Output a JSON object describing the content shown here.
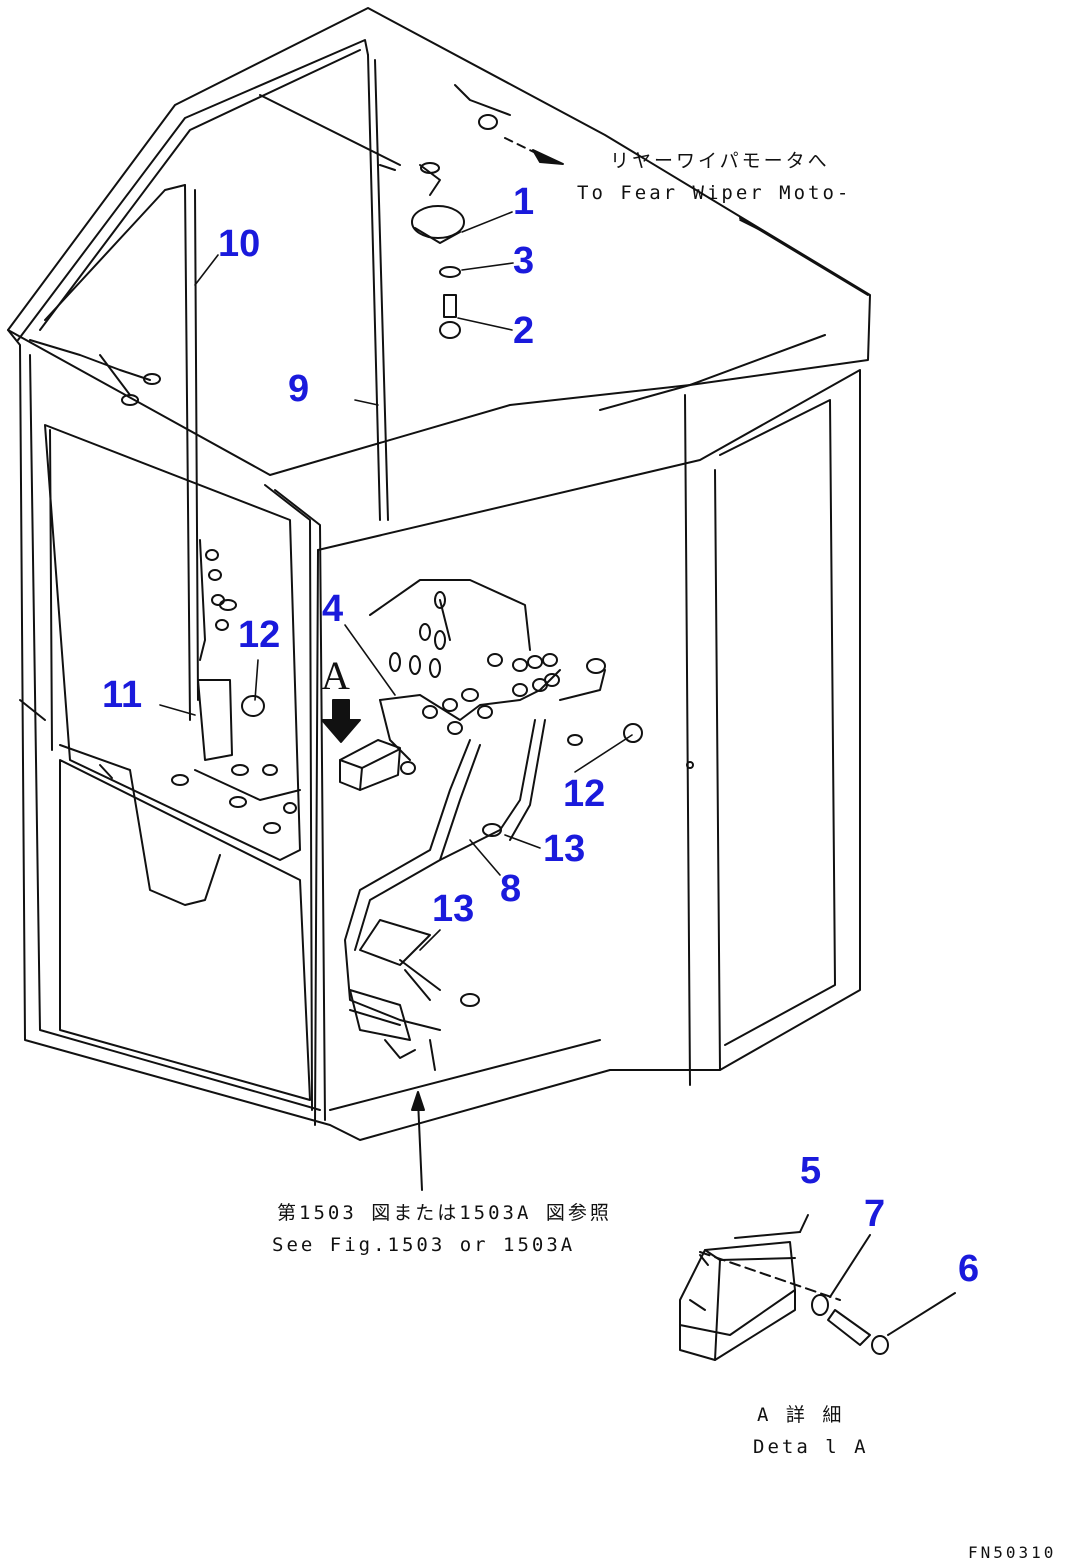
{
  "callouts": {
    "c1": "1",
    "c2": "2",
    "c3": "3",
    "c4": "4",
    "c5": "5",
    "c6": "6",
    "c7": "7",
    "c8": "8",
    "c9": "9",
    "c10": "10",
    "c11": "11",
    "c12a": "12",
    "c12b": "12",
    "c13a": "13",
    "c13b": "13"
  },
  "notes": {
    "rear_jp": "リヤーワイパモータへ",
    "rear_en": "To Fear Wiper Moto-",
    "see_jp": "第1503 図または1503A 図参照",
    "see_en": "See Fig.1503 or 1503A",
    "detail_jp": "A 詳 細",
    "detail_en": "Deta l A",
    "view_letter": "A",
    "drawing_code": "FN50310"
  },
  "colors": {
    "callout": "#1a1adc",
    "line": "#111111"
  }
}
